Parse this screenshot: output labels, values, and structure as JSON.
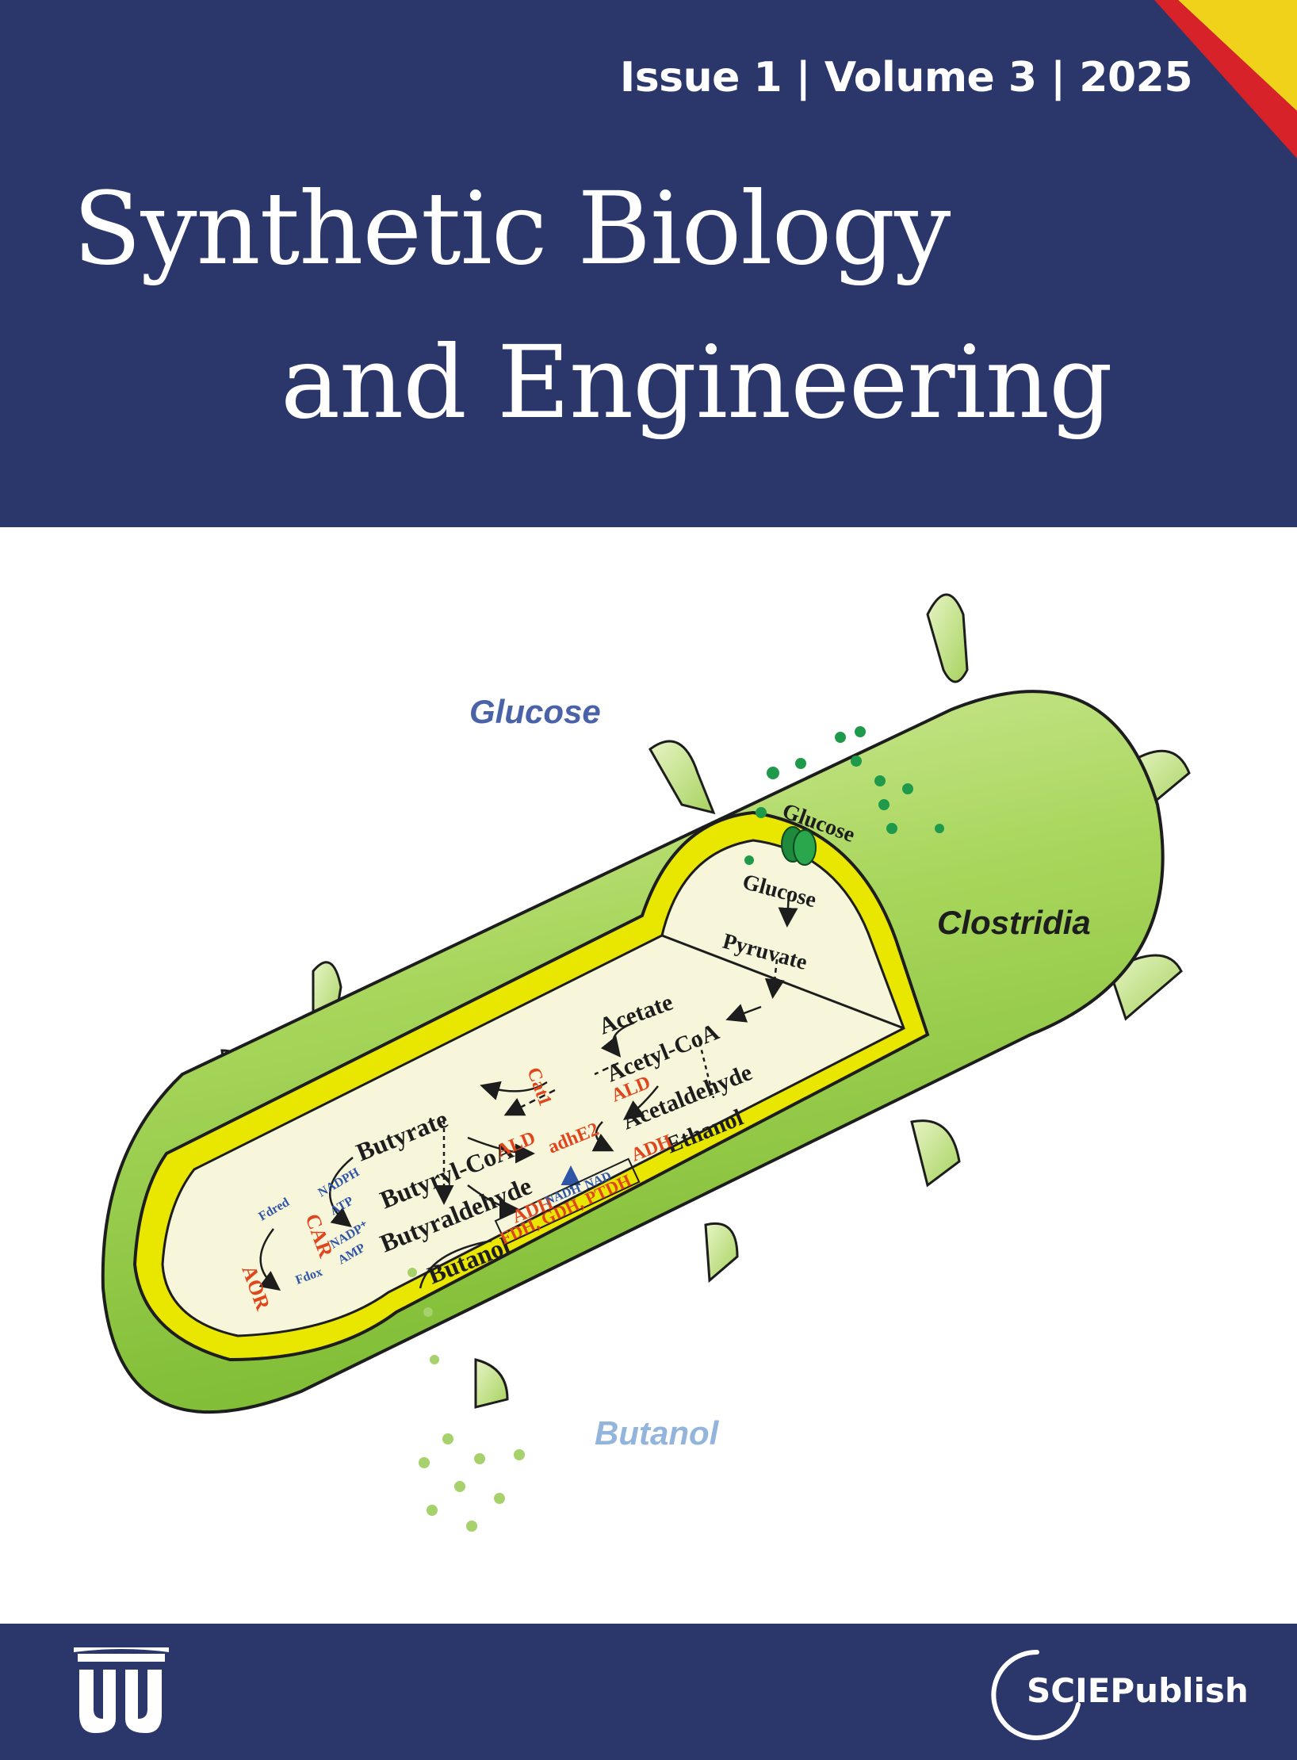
{
  "header": {
    "issue_line": "Issue 1 | Volume 3 | 2025",
    "title_line1": "Synthetic Biology",
    "title_line2": "and Engineering"
  },
  "illustration": {
    "external_labels": {
      "glucose": "Glucose",
      "clostridia": "Clostridia",
      "butanol": "Butanol"
    },
    "metabolites": {
      "glucose_outer": "Glucose",
      "glucose_inner": "Glucose",
      "pyruvate": "Pyruvate",
      "acetate": "Acetate",
      "acetyl_coa": "Acetyl-CoA",
      "acetaldehyde": "Acetaldehyde",
      "ethanol": "Ethanol",
      "butyrate": "Butyrate",
      "butyryl_coa": "Butyryl-CoA",
      "butyraldehyde": "Butyraldehyde",
      "butanol": "Butanol"
    },
    "enzymes": {
      "cat1": "Cat1",
      "ald_top": "ALD",
      "ald_mid": "ALD",
      "adhe2": "adhE2",
      "adh_right": "ADH",
      "adh_left": "ADH",
      "car": "CAR",
      "aor": "AOR",
      "regen": "FDH, GDH, PTDH"
    },
    "cofactors": {
      "nadh": "NADH",
      "nad": "NAD",
      "nadph": "NADPH",
      "atp": "ATP",
      "nadp": "NADP⁺",
      "amp": "AMP",
      "fdred": "Fdred",
      "fdox": "Fdox"
    },
    "colors": {
      "enzyme": "#e0461d",
      "cofactor": "#2f55a6",
      "glucose_label": "#4a62a8",
      "butanol_label": "#93b5dc",
      "body": "#a5d45a",
      "membrane": "#e9e600",
      "cytoplasm": "#f8f6da"
    }
  },
  "footer": {
    "publisher": "SCIEPublish"
  },
  "colors": {
    "navy": "#2b366b",
    "ribbon_yellow": "#f1d21a",
    "ribbon_red": "#d7222a"
  }
}
